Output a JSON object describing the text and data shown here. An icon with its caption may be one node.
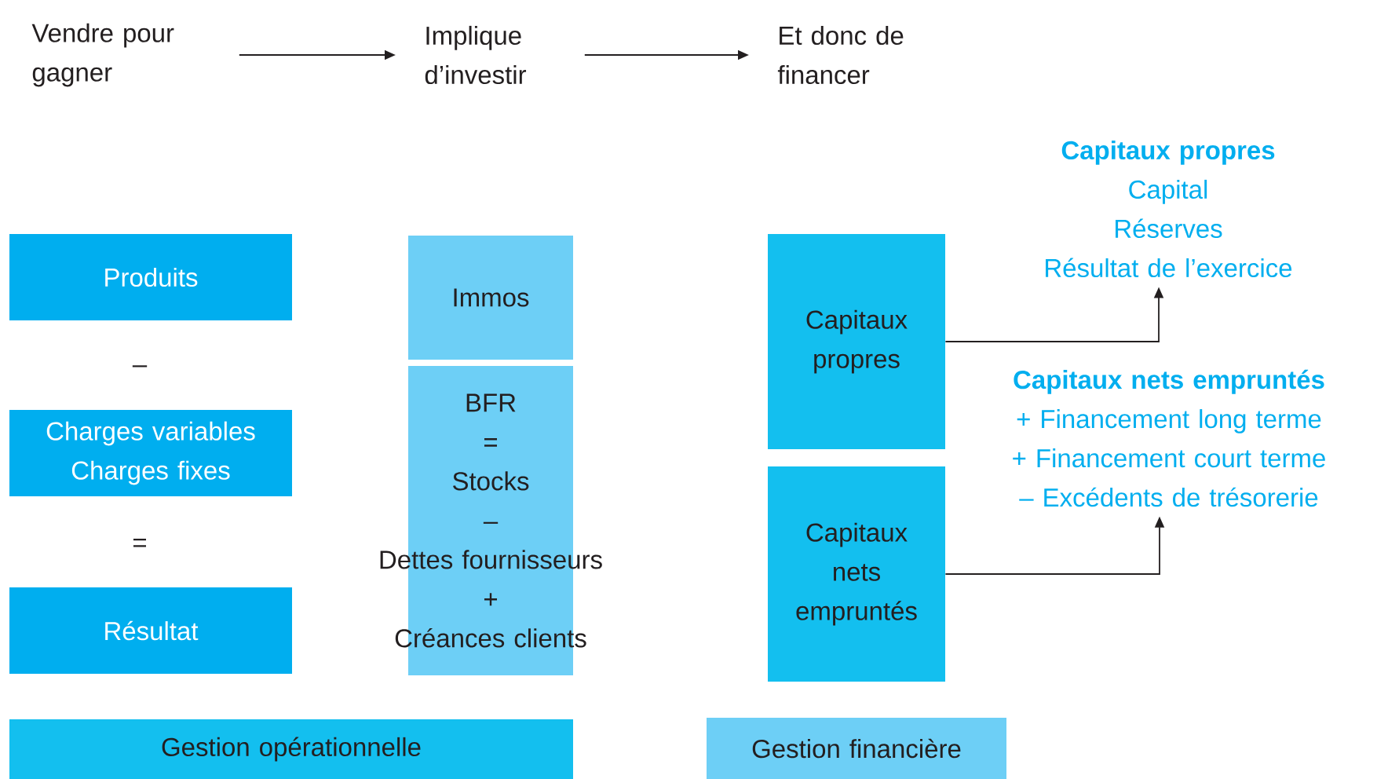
{
  "diagram": {
    "nodes": [
      {
        "text": [
          "Vendre pour gagner"
        ]
      },
      {
        "text": [
          "Implique d’investir"
        ]
      },
      {
        "text": [
          "Et donc de financer"
        ]
      },
      {
        "text": [
          "Produits"
        ]
      },
      {
        "text": [
          "Charges variables Charges fixes"
        ]
      },
      {
        "text": [
          "Résultat"
        ]
      },
      {
        "text": [
          "Immos"
        ]
      },
      {
        "text": [
          "BFR",
          "=",
          "Stocks",
          "–",
          "Dettes fournisseurs",
          "+",
          "Créances clients"
        ]
      },
      {
        "text": [
          "Capitaux propres"
        ]
      },
      {
        "text": [
          "Capitaux nets empruntés"
        ]
      },
      {
        "text": [
          "Capitaux propres",
          "Capital",
          "Réserves",
          "Résultat de l’exercice"
        ]
      },
      {
        "text": [
          "Capitaux nets empruntés",
          "+ Financement long terme",
          "+ Financement court terme",
          "– Excédents de trésorerie"
        ]
      },
      {
        "text": [
          "Gestion opérationnelle"
        ]
      },
      {
        "text": [
          "Gestion financière"
        ]
      }
    ],
    "edges": [
      {
        "from": 0,
        "to": 1,
        "arrow": "to"
      },
      {
        "from": 1,
        "to": 2,
        "arrow": "to"
      },
      {
        "from": 8,
        "to": 10,
        "arrow": "to"
      },
      {
        "from": 9,
        "to": 11,
        "arrow": "to"
      }
    ],
    "labels": [
      "–",
      "="
    ]
  }
}
